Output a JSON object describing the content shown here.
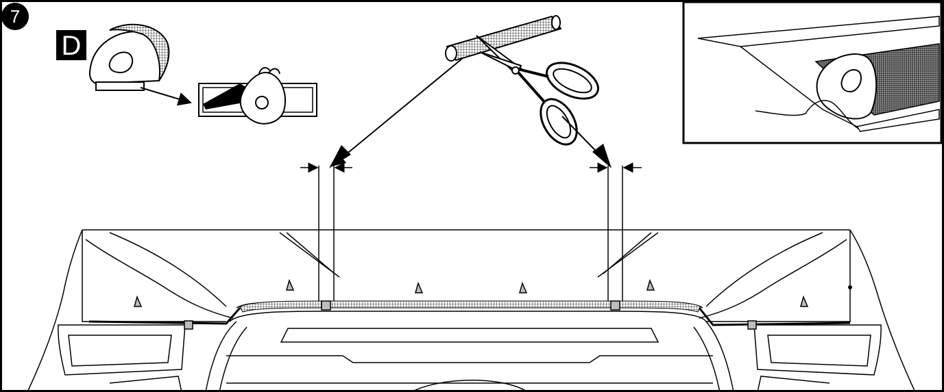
{
  "step": {
    "number": "7"
  },
  "detail": {
    "label": "D"
  },
  "colors": {
    "ink": "#000000",
    "paper": "#ffffff",
    "mesh": "#d8d8d8",
    "clip": "#bdbdbd"
  },
  "icons": [
    "step-badge",
    "detail-badge",
    "trim-piece-icon",
    "hand-press-icon",
    "scissors-icon",
    "mesh-roll-icon",
    "arrow-icon",
    "cut-dimension-icon"
  ]
}
